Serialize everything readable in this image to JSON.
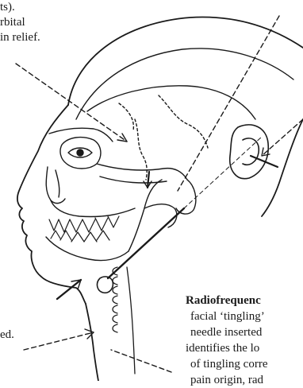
{
  "colors": {
    "ink": "#1a1a1a",
    "paper": "#ffffff",
    "hatch": "#555555"
  },
  "top_left_text": [
    "ts).",
    "rbital",
    "in relief."
  ],
  "bottom_left_text": [
    "ed."
  ],
  "callout": {
    "title": "Radiofrequenc",
    "lines": [
      "facial ‘tingling’",
      "needle inserted",
      "identifies the lo",
      "of tingling corre",
      "pain origin, rad"
    ]
  }
}
